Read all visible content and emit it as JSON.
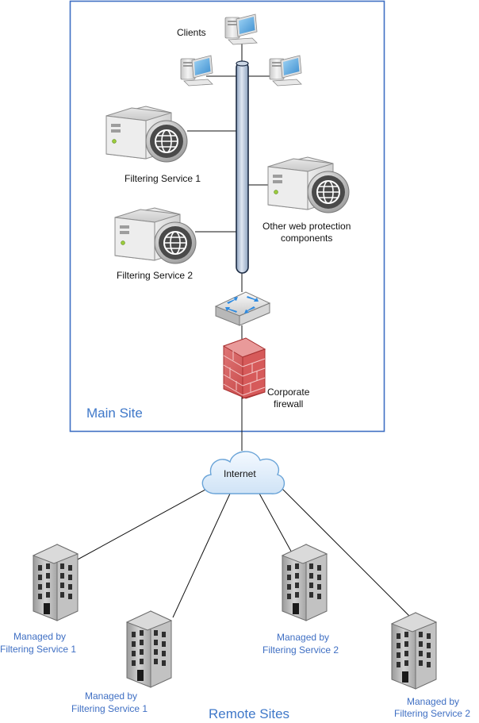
{
  "main_site": {
    "title": "Main Site",
    "clients_label": "Clients",
    "filtering_service_1": "Filtering Service 1",
    "filtering_service_2": "Filtering Service 2",
    "other_components": [
      "Other web protection",
      "components"
    ],
    "firewall": [
      "Corporate",
      "firewall"
    ]
  },
  "internet_label": "Internet",
  "remote_sites": {
    "title": "Remote Sites",
    "buildings": [
      [
        "Managed by",
        "Filtering Service 1"
      ],
      [
        "Managed by",
        "Filtering Service 1"
      ],
      [
        "Managed by",
        "Filtering Service 2"
      ],
      [
        "Managed by",
        "Filtering Service 2"
      ]
    ]
  },
  "colors": {
    "site_border": "#3f6fc3",
    "remote_label": "#3f6fc3",
    "firewall": "#c94a4a",
    "backbone": "#b9c8dc"
  },
  "icons": [
    "desktop-computer-icon",
    "server-globe-icon",
    "router-icon",
    "firewall-icon",
    "cloud-icon",
    "office-building-icon"
  ]
}
